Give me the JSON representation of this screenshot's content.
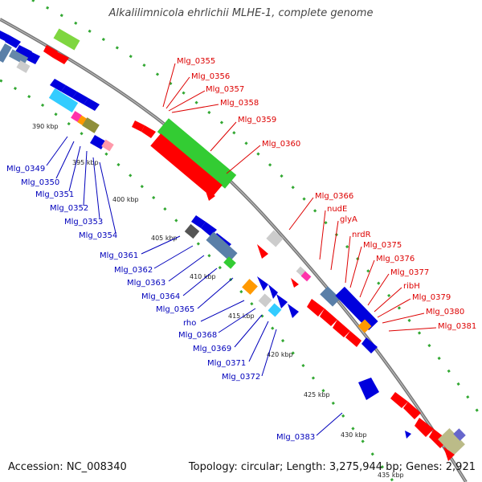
{
  "title": "Alkalilimnicola ehrlichii MLHE-1, complete genome",
  "footer": {
    "accession": "Accession: NC_008340",
    "summary": "Topology: circular; Length: 3,275,944 bp; Genes: 2,921"
  },
  "colors": {
    "forward_label": "#dd0000",
    "reverse_label": "#0000bb",
    "backbone": "#888888",
    "dot_track": "#22aa22"
  },
  "kbp_ticks": [
    {
      "label": "390 kbp"
    },
    {
      "label": "395 kbp"
    },
    {
      "label": "400 kbp"
    },
    {
      "label": "405 kbp"
    },
    {
      "label": "410 kbp"
    },
    {
      "label": "415 kbp"
    },
    {
      "label": "420 kbp"
    },
    {
      "label": "425 kbp"
    },
    {
      "label": "430 kbp"
    },
    {
      "label": "435 kbp"
    }
  ],
  "gene_labels_forward": [
    "Mlg_0355",
    "Mlg_0356",
    "Mlg_0357",
    "Mlg_0358",
    "Mlg_0359",
    "Mlg_0360",
    "Mlg_0366",
    "nudE",
    "glyA",
    "nrdR",
    "Mlg_0375",
    "Mlg_0376",
    "Mlg_0377",
    "ribH",
    "Mlg_0379",
    "Mlg_0380",
    "Mlg_0381"
  ],
  "gene_labels_reverse": [
    "Mlg_0349",
    "Mlg_0350",
    "Mlg_0351",
    "Mlg_0352",
    "Mlg_0353",
    "Mlg_0354",
    "Mlg_0361",
    "Mlg_0362",
    "Mlg_0363",
    "Mlg_0364",
    "Mlg_0365",
    "rho",
    "Mlg_0368",
    "Mlg_0369",
    "Mlg_0371",
    "Mlg_0372",
    "Mlg_0383"
  ]
}
